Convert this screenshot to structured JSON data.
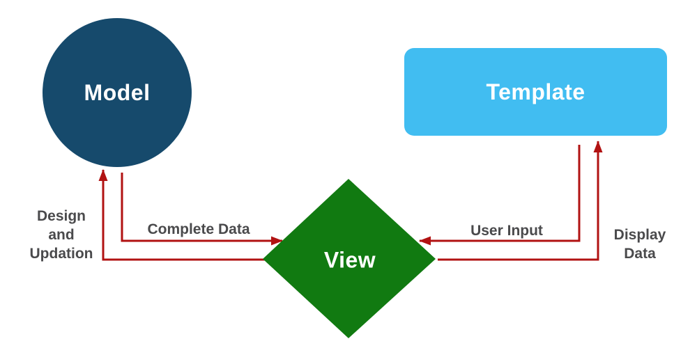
{
  "background": "#ffffff",
  "nodes": {
    "model": {
      "label": "Model",
      "shape": "circle",
      "fill": "#164A6C",
      "text_color": "#ffffff"
    },
    "template": {
      "label": "Template",
      "shape": "rounded-rectangle",
      "fill": "#41BDF1",
      "text_color": "#ffffff"
    },
    "view": {
      "label": "View",
      "shape": "diamond",
      "fill": "#117A11",
      "text_color": "#ffffff"
    }
  },
  "edges": {
    "color": "#B11212",
    "label_color": "#4A4A4C",
    "design_updation": {
      "from": "View",
      "to": "Model",
      "label_lines": [
        "Design",
        "and",
        "Updation"
      ]
    },
    "complete_data": {
      "from": "Model",
      "to": "View",
      "label": "Complete Data"
    },
    "user_input": {
      "from": "Template",
      "to": "View",
      "label": "User Input"
    },
    "display_data": {
      "from": "View",
      "to": "Template",
      "label_lines": [
        "Display",
        "Data"
      ]
    }
  }
}
